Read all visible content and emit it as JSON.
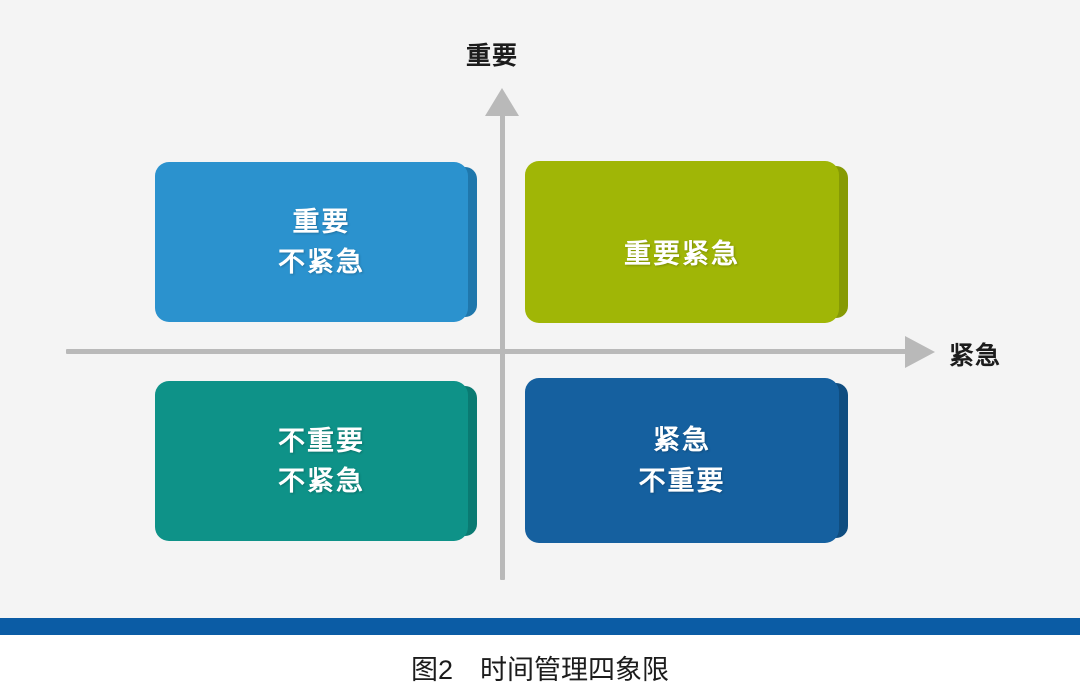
{
  "figure": {
    "axes": {
      "vertical_label": "重要",
      "horizontal_label": "紧急"
    },
    "quadrants": [
      {
        "id": "important-not-urgent",
        "position": "top-left",
        "color": "#2b92ce",
        "edge_color": "#1f77ac",
        "lines": [
          "重要",
          "不紧急"
        ]
      },
      {
        "id": "important-urgent",
        "position": "top-right",
        "color": "#a0b606",
        "edge_color": "#869a04",
        "lines": [
          "重要紧急"
        ]
      },
      {
        "id": "not-important-not-urgent",
        "position": "bottom-left",
        "color": "#0e9288",
        "edge_color": "#0a7a72",
        "lines": [
          "不重要",
          "不紧急"
        ]
      },
      {
        "id": "urgent-not-important",
        "position": "bottom-right",
        "color": "#15609f",
        "edge_color": "#0f4d80",
        "lines": [
          "紧急",
          "不重要"
        ]
      }
    ]
  },
  "rule_bar": {
    "color": "#0b5ca5"
  },
  "caption": {
    "text": "图2　时间管理四象限"
  },
  "chart_data": {
    "type": "diagram",
    "title": "图2　时间管理四象限",
    "subtype": "2x2-matrix",
    "xlabel": "紧急",
    "ylabel": "重要",
    "grid": false,
    "legend": "none",
    "categories": [
      "重要\n不紧急",
      "重要紧急",
      "不重要\n不紧急",
      "紧急\n不重要"
    ],
    "cells": [
      {
        "x": "not-urgent",
        "y": "important",
        "label": "重要 不紧急",
        "color": "#2b92ce"
      },
      {
        "x": "urgent",
        "y": "important",
        "label": "重要紧急",
        "color": "#a0b606"
      },
      {
        "x": "not-urgent",
        "y": "not-important",
        "label": "不重要 不紧急",
        "color": "#0e9288"
      },
      {
        "x": "urgent",
        "y": "not-important",
        "label": "紧急 不重要",
        "color": "#15609f"
      }
    ]
  }
}
